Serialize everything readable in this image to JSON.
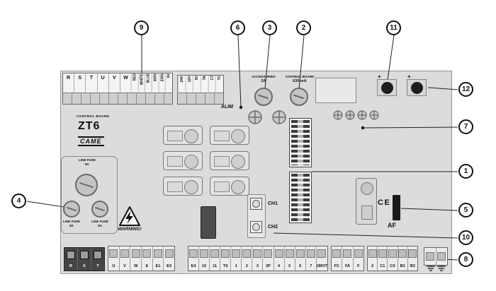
{
  "callouts": [
    "1",
    "2",
    "3",
    "4",
    "5",
    "6",
    "7",
    "8",
    "9",
    "10",
    "11",
    "12"
  ],
  "board": {
    "title_small": "CONTROL BOARD",
    "model": "ZT6",
    "brand": "CAME",
    "alim": "ALIM",
    "plus": "+",
    "fuse_accessories": {
      "label": "ACCESSORIES",
      "value": "2A"
    },
    "fuse_control": {
      "label": "CONTROL BOARD",
      "value": "630 mA"
    },
    "line_fuse": {
      "label": "LINE FUSE",
      "value": "8A"
    },
    "warning": "WARNING!",
    "ch1": "CH1",
    "ch2": "CH2",
    "ce": "CE",
    "af": "AF"
  },
  "terminals": {
    "top_power": [
      "R",
      "S",
      "T",
      "U",
      "V",
      "W"
    ],
    "top_wires": [
      "RED",
      "WHITE",
      "BLUE",
      "400V",
      "230V",
      "0V"
    ],
    "top_aux": [
      "24V",
      "12V",
      "0V",
      "TA",
      "CT",
      "TC"
    ],
    "bottom_rst": [
      "R",
      "S",
      "T"
    ],
    "bottom_motor": [
      "U",
      "V",
      "W",
      "E",
      "E1",
      "EX"
    ],
    "bottom_control": [
      "E4",
      "10",
      "11",
      "TS",
      "1",
      "2",
      "3",
      "3P",
      "4",
      "5",
      "6",
      "7",
      "2MOT"
    ],
    "bottom_limit": [
      "FC",
      "FA",
      "F"
    ],
    "bottom_radio": [
      "2",
      "C1",
      "CX",
      "B1",
      "B2"
    ]
  }
}
